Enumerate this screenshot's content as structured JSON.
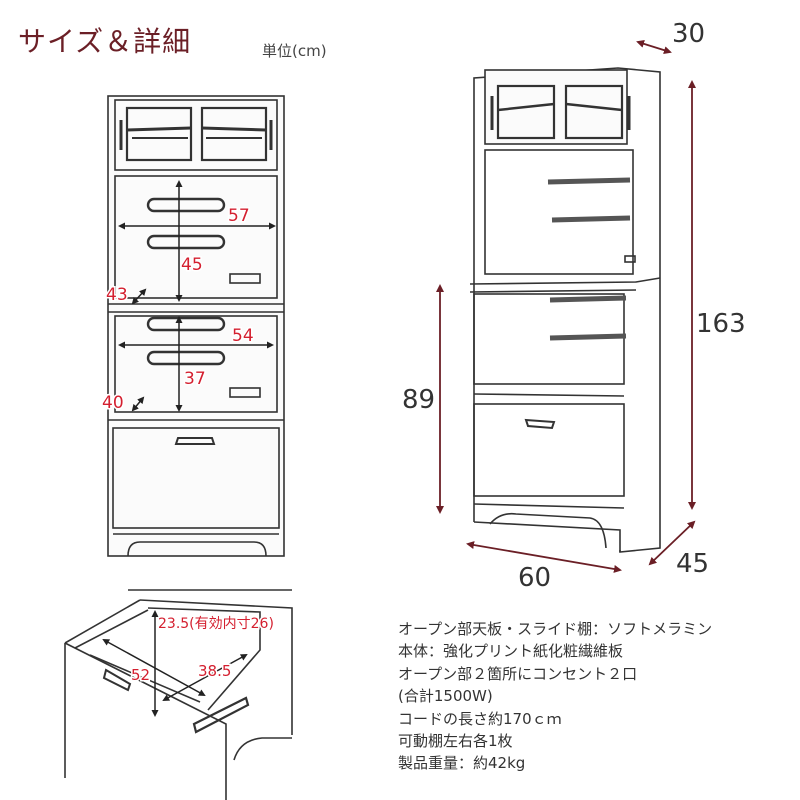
{
  "header": {
    "title": "サイズ＆詳細",
    "unit": "単位(cm)"
  },
  "front_view": {
    "dims": {
      "upper_width": "57",
      "upper_height": "45",
      "upper_depth": "43",
      "lower_width": "54",
      "lower_height": "37",
      "lower_depth": "40"
    }
  },
  "side_view": {
    "dims": {
      "top_depth": "30",
      "total_height": "163",
      "counter_height": "89",
      "width": "60",
      "depth": "45"
    }
  },
  "drawer_view": {
    "dims": {
      "height_label": "23.5(有効内寸26)",
      "width": "52",
      "depth": "38.5"
    }
  },
  "specs": [
    "オープン部天板・スライド棚：ソフトメラミン",
    "本体：強化プリント紙化粧繊維板",
    "オープン部２箇所にコンセント２口",
    "(合計1500W)",
    "コードの長さ約170ｃｍ",
    "可動棚左右各1枚",
    "製品重量：約42kg"
  ],
  "colors": {
    "accent": "#6b1f26",
    "dim_red": "#d41f2f",
    "line": "#333333",
    "arrow": "#6b1f26"
  }
}
